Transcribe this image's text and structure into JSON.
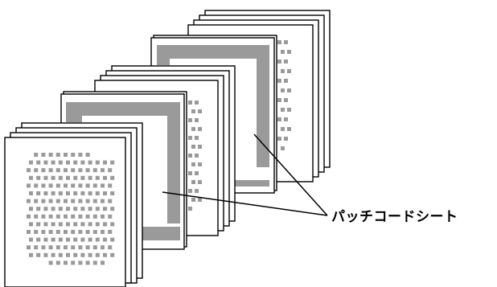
{
  "diagram": {
    "callout_label": "パッチコードシート",
    "stacks": [
      {
        "name": "document-batch-front",
        "kind": "document"
      },
      {
        "name": "patch-code-sheet-1",
        "kind": "patch-code"
      },
      {
        "name": "document-batch-middle",
        "kind": "document"
      },
      {
        "name": "patch-code-sheet-2",
        "kind": "patch-code"
      },
      {
        "name": "document-batch-back",
        "kind": "document"
      }
    ],
    "colors": {
      "sheet_outline": "#000000",
      "patch_band": "#9a9a9a",
      "text_dots": "#9a9a9a"
    }
  }
}
